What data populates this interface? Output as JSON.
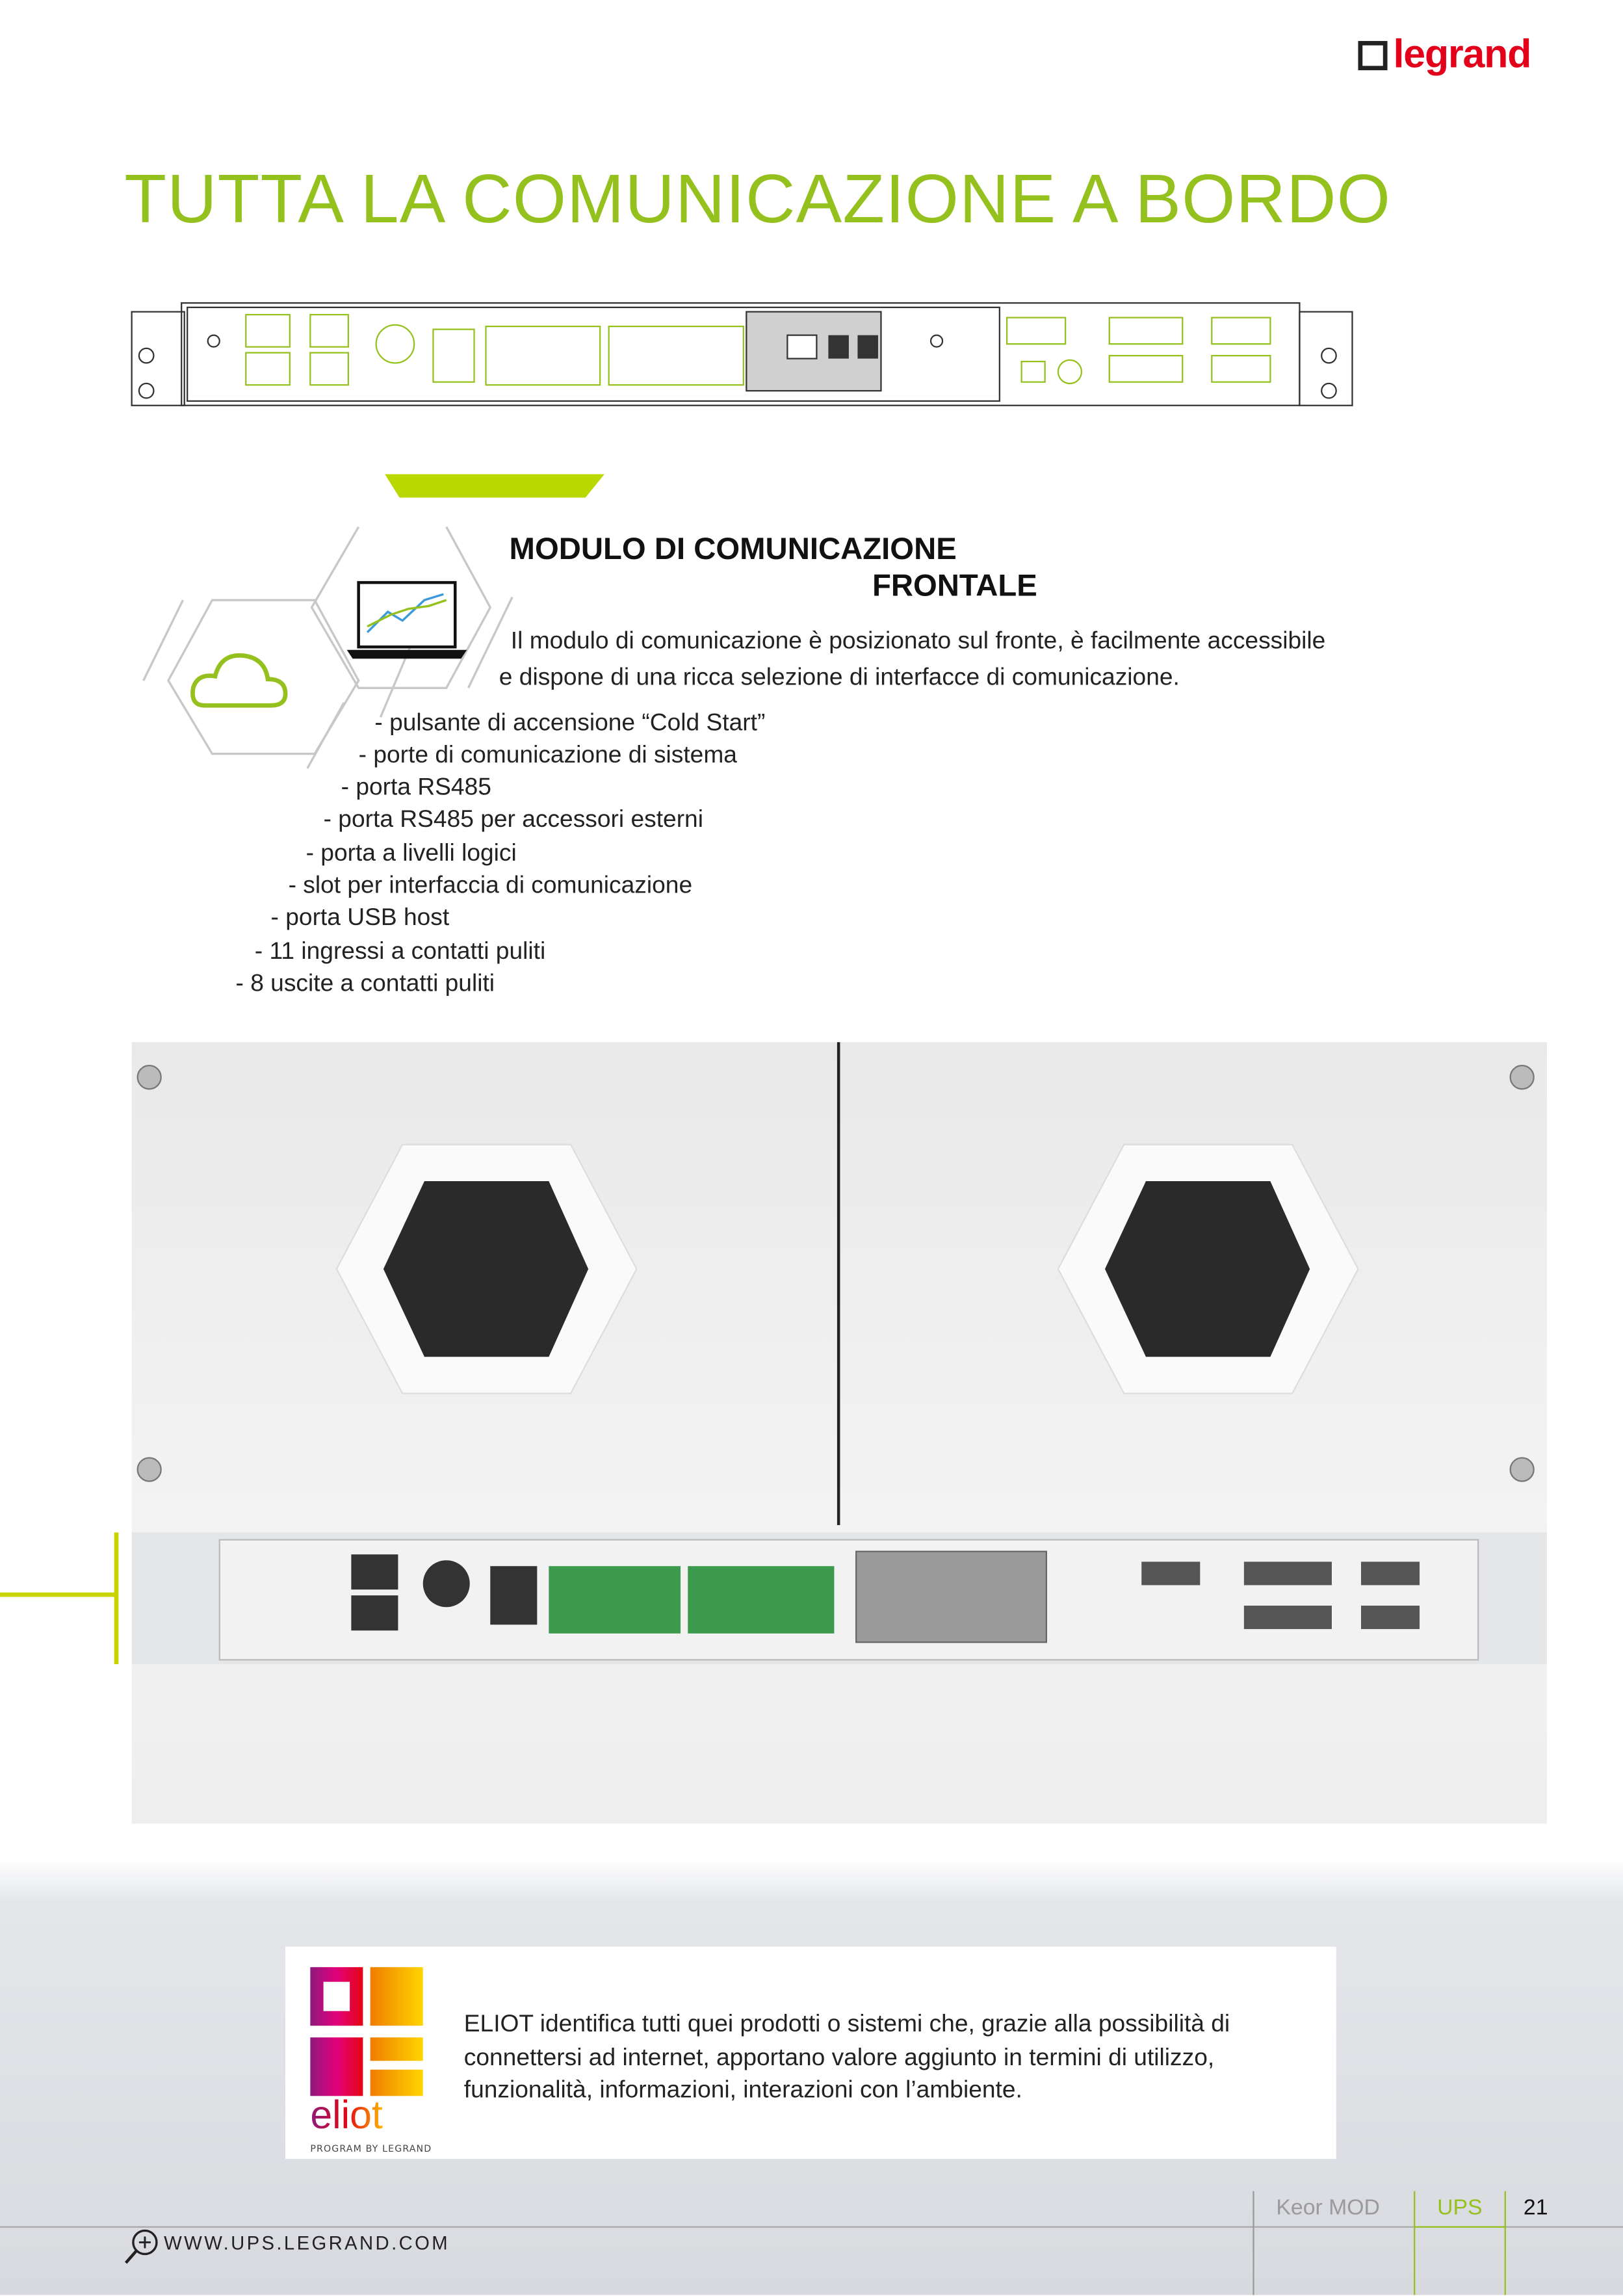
{
  "brand": {
    "logo_text": "legrand",
    "color": "#e2001a"
  },
  "title": "TUTTA LA COMUNICAZIONE A BORDO",
  "accent_color": "#95c11f",
  "module": {
    "title_line1": "MODULO DI COMUNICAZIONE",
    "title_line2": "FRONTALE",
    "description_line1": "Il modulo di comunicazione è posizionato sul fronte, è facilmente accessibile",
    "description_line2": "e dispone di una ricca selezione di interfacce di comunicazione.",
    "features": [
      "- pulsante di accensione “Cold Start”",
      "- porte di comunicazione di sistema",
      "- porta RS485",
      "- porta RS485 per accessori esterni",
      "- porta a livelli logici",
      "- slot per interfaccia di comunicazione",
      "- porta USB host",
      "- 11 ingressi a contatti puliti",
      "- 8 uscite a contatti puliti"
    ]
  },
  "eliot": {
    "logo_text": "eliot",
    "logo_subtitle": "PROGRAM BY LEGRAND",
    "text": "ELIOT identifica tutti quei prodotti o sistemi che, grazie alla possibilità di connettersi ad internet, apportano valore aggiunto in termini di utilizzo, funzionalità, informazioni, interazioni con l’ambiente."
  },
  "footer": {
    "url": "WWW.UPS.LEGRAND.COM",
    "product": "Keor MOD",
    "section": "UPS",
    "page_number": "21"
  }
}
